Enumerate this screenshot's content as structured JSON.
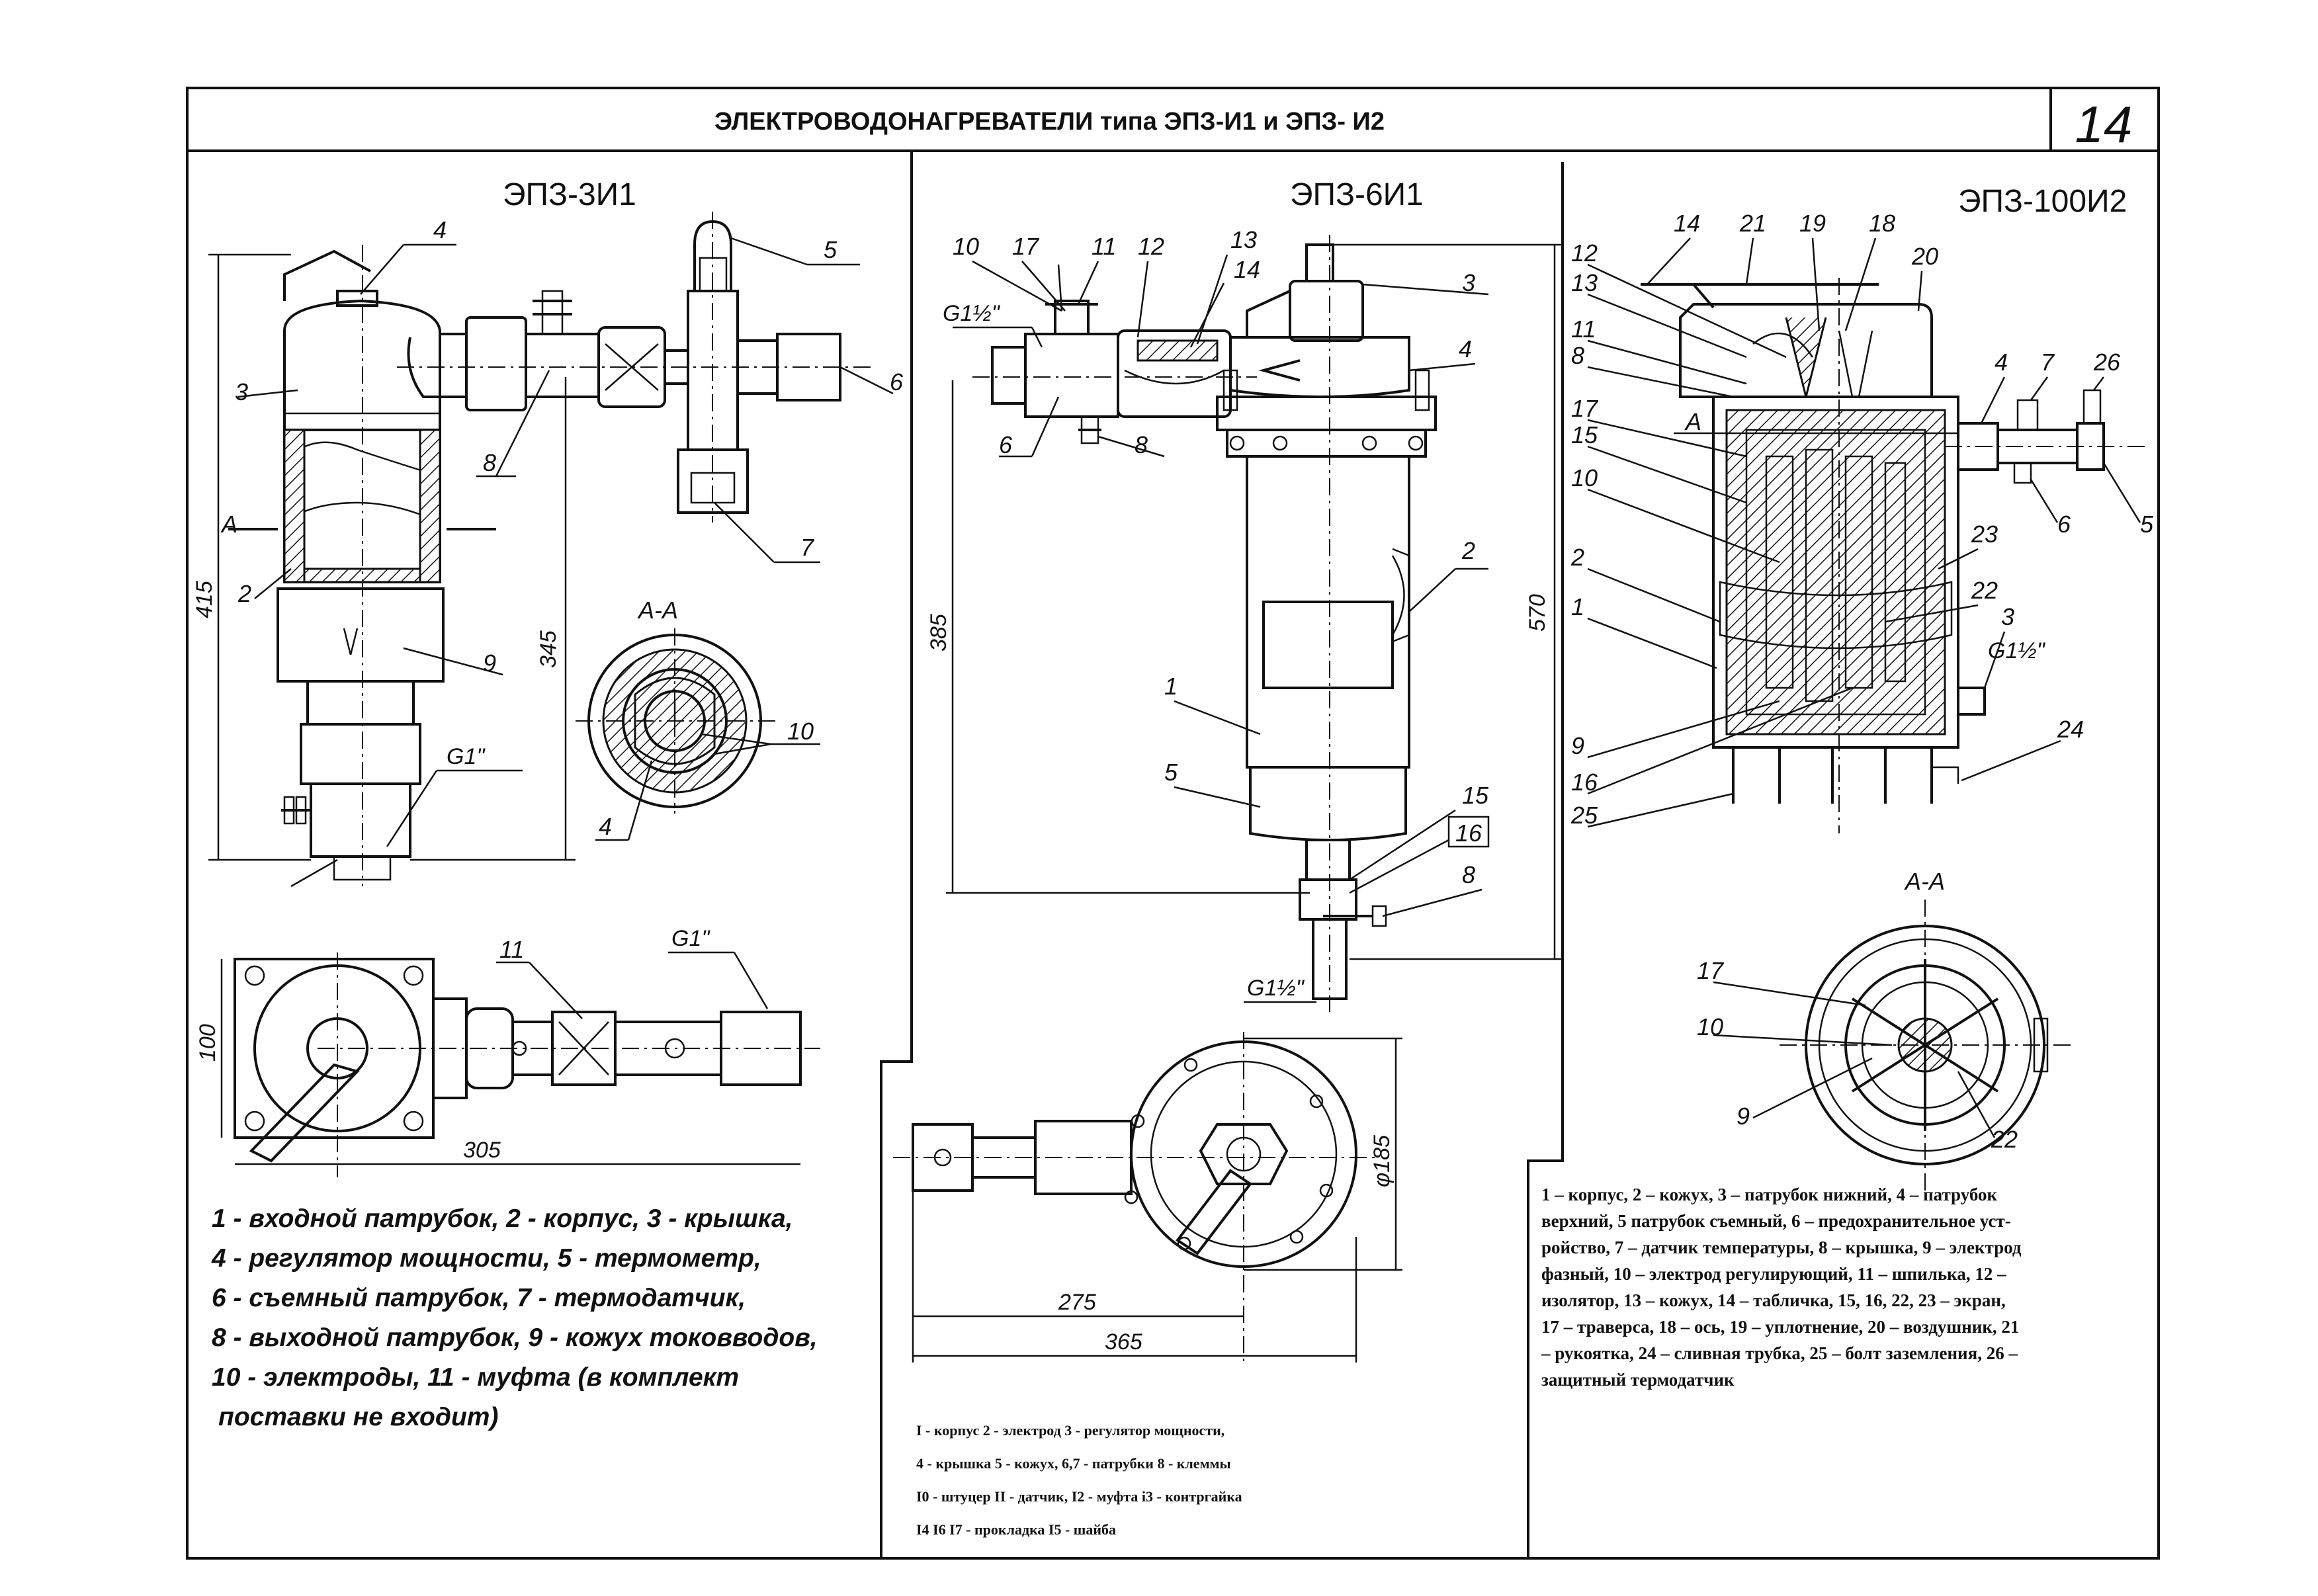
{
  "header": {
    "title": "ЭЛЕКТРОВОДОНАГРЕВАТЕЛИ типа ЭПЗ-И1 и ЭПЗ-  И2",
    "sheet_number": "14"
  },
  "left": {
    "title": "ЭПЗ-3И1",
    "section_label": "А-А",
    "callouts": {
      "c1": "4",
      "c2": "3",
      "c3": "2",
      "c4": "9",
      "c5": "8",
      "c6": "5",
      "c7": "6",
      "c8": "7",
      "c9": "10",
      "c10": "4",
      "c11": "11"
    },
    "thread_top": "G1\"",
    "thread_bottom": "G1\"",
    "dim_height": "415",
    "dim_inner": "345",
    "dim_width": "305",
    "dim_plan": "100",
    "section_mark": "А",
    "legend": [
      "1 - входной патрубок, 2 - корпус, 3 - крышка,",
      "4 - регулятор мощности, 5 - термометр,",
      "6 - съемный патрубок, 7 - термодатчик,",
      "8 - выходной патрубок, 9 - кожух токовводов,",
      "10 - электроды, 11 - муфта (в комплект",
      "поставки не входит)"
    ]
  },
  "middle": {
    "title": "ЭПЗ-6И1",
    "callouts": {
      "c10": "10",
      "c17": "17",
      "c11": "11",
      "c12": "12",
      "c13": "13",
      "c14": "14",
      "c3": "3",
      "c4": "4",
      "c2": "2",
      "c1": "1",
      "c5": "5",
      "c6": "6",
      "c8a": "8",
      "c15": "15",
      "c16": "16",
      "c8b": "8"
    },
    "thread_top": "G1½\"",
    "thread_bottom": "G1½\"",
    "dim_height": "570",
    "dim_inner": "385",
    "dim_diameter": "φ185",
    "dim_275": "275",
    "dim_365": "365",
    "legend": [
      "I - корпус  2 - электрод  3 - регулятор мощности,",
      "4 - крышка  5 - кожух, 6,7 - патрубки  8 - клеммы",
      "I0 - штуцер  II - датчик, I2 - муфта  i3 - контргайка",
      "I4 I6 I7 - прокладка  I5 - шайба"
    ]
  },
  "right": {
    "title": "ЭПЗ-100И2",
    "section_label": "А-А",
    "section_mark": "А",
    "callouts": {
      "c14": "14",
      "c21": "21",
      "c19": "19",
      "c18": "18",
      "c20": "20",
      "c12": "12",
      "c13": "13",
      "c11": "11",
      "c8": "8",
      "c17": "17",
      "c15": "15",
      "c10": "10",
      "c2": "2",
      "c1": "1",
      "c9": "9",
      "c16": "16",
      "c25": "25",
      "c4": "4",
      "c7": "7",
      "c26": "26",
      "c5": "5",
      "c6": "6",
      "c23": "23",
      "c22": "22",
      "c3": "3",
      "c24": "24",
      "s17": "17",
      "s10": "10",
      "s9": "9",
      "s22": "22"
    },
    "thread": "G1½\"",
    "legend": [
      "1 – корпус, 2 – кожух, 3 – патрубок нижний, 4 – патрубок",
      "верхний, 5 патрубок съемный, 6 – предохранительное уст-",
      "ройство, 7 – датчик температуры, 8 – крышка, 9 – электрод",
      "фазный, 10 – электрод регулирующий, 11 – шпилька, 12 –",
      "изолятор, 13 – кожух, 14 – табличка, 15, 16, 22, 23 – экран,",
      "17 – траверса, 18 – ось, 19 – уплотнение, 20 – воздушник, 21",
      "– рукоятка, 24 – сливная трубка, 25 – болт заземления, 26 –",
      "защитный термодатчик"
    ]
  }
}
